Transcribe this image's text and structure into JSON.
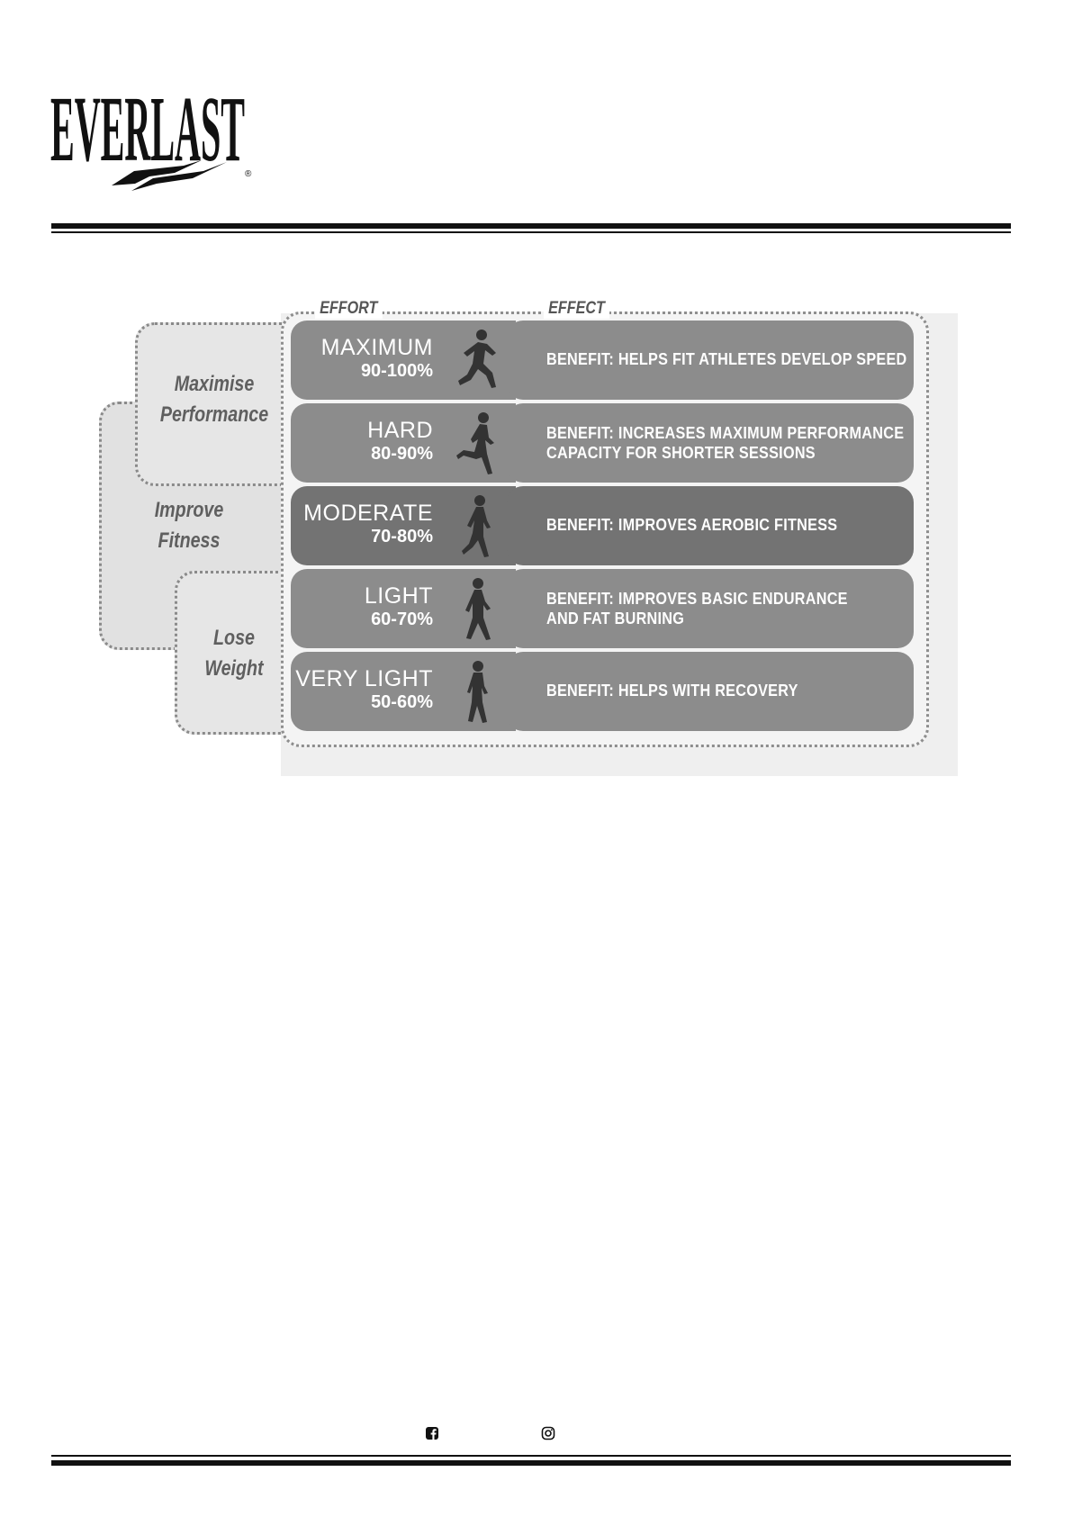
{
  "brand": {
    "logo_text": "EVERLAST",
    "registered_mark": "®"
  },
  "figure": {
    "headers": {
      "effort": "EFFORT",
      "effect": "EFFECT"
    },
    "zones": [
      {
        "line1": "Maximise",
        "line2": "Performance"
      },
      {
        "line1": "Improve",
        "line2": "Fitness"
      },
      {
        "line1": "Lose",
        "line2": "Weight"
      }
    ],
    "levels": [
      {
        "name": "MAXIMUM",
        "range": "90-100%",
        "benefit_line1": "BENEFIT: HELPS FIT ATHLETES DEVELOP SPEED",
        "benefit_line2": ""
      },
      {
        "name": "HARD",
        "range": "80-90%",
        "benefit_line1": "BENEFIT: INCREASES MAXIMUM PERFORMANCE",
        "benefit_line2": "CAPACITY FOR SHORTER SESSIONS"
      },
      {
        "name": "MODERATE",
        "range": "70-80%",
        "benefit_line1": "BENEFIT: IMPROVES AEROBIC FITNESS",
        "benefit_line2": ""
      },
      {
        "name": "LIGHT",
        "range": "60-70%",
        "benefit_line1": "BENEFIT: IMPROVES BASIC ENDURANCE",
        "benefit_line2": "AND FAT BURNING"
      },
      {
        "name": "VERY LIGHT",
        "range": "50-60%",
        "benefit_line1": "BENEFIT: HELPS WITH RECOVERY",
        "benefit_line2": ""
      }
    ]
  },
  "footer": {
    "icons": [
      "facebook-icon",
      "instagram-icon"
    ]
  },
  "colors": {
    "row": "#8c8c8c",
    "row_dark": "#737373",
    "panel": "#e1e1e1",
    "rule": "#111111"
  }
}
